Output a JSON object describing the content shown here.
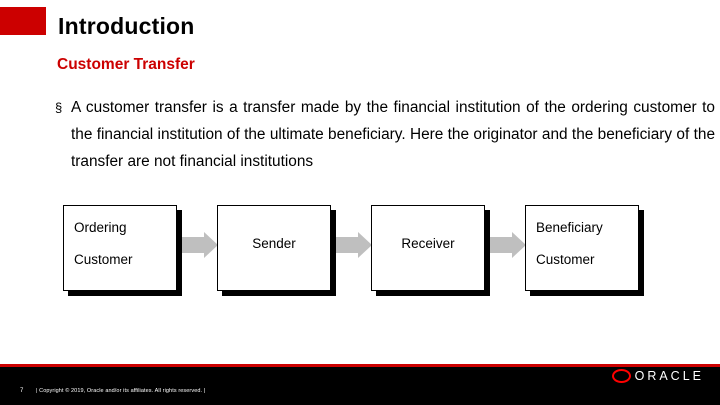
{
  "slide": {
    "title": "Introduction",
    "subtitle": "Customer Transfer",
    "bullet_mark": "§",
    "body": "A customer transfer is a transfer made by the financial institution of the ordering customer to the financial institution of the ultimate beneficiary. Here the originator and the beneficiary of the transfer are not financial institutions"
  },
  "diagram": {
    "boxes": [
      {
        "line1": "Ordering",
        "line2": "Customer",
        "align": "left"
      },
      {
        "line1": "Sender",
        "line2": "",
        "align": "center"
      },
      {
        "line1": "Receiver",
        "line2": "",
        "align": "center"
      },
      {
        "line1": "Beneficiary",
        "line2": "Customer",
        "align": "left"
      }
    ],
    "arrow_color": "#bfbfbf"
  },
  "footer": {
    "page_number": "7",
    "copyright": "|   Copyright © 2019, Oracle and/or its affiliates.  All rights reserved.   |",
    "logo_text": "ORACLE"
  },
  "colors": {
    "accent_red": "#cc0000",
    "footer_black": "#000000"
  }
}
